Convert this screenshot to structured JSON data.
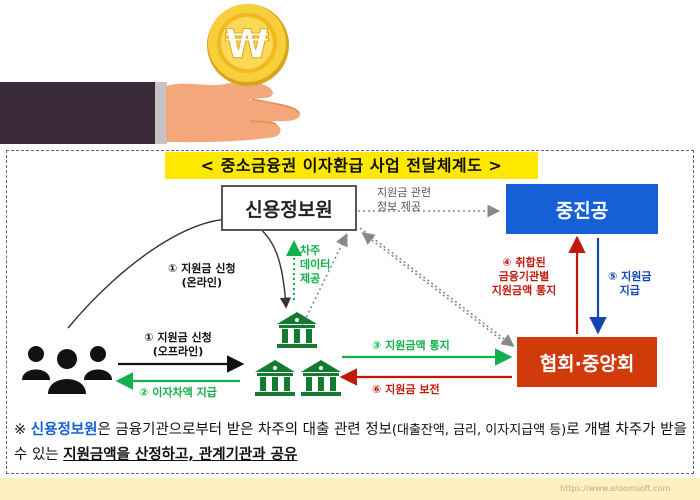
{
  "title": "< 중소금융권 이자환급 사업 전달체계도 >",
  "nodes": {
    "kcredit": "신용정보원",
    "kinfc": "중진공",
    "association": "협회·중앙회"
  },
  "flows": {
    "kcredit_to_kinfc_line1": "지원금 관련",
    "kcredit_to_kinfc_line2": "정보 제공",
    "online_apply_line1": "① 지원금 신청",
    "online_apply_line2": "(온라인)",
    "borrower_data_line1": "차주",
    "borrower_data_line2": "데이터",
    "borrower_data_line3": "제공",
    "offline_apply_line1": "① 지원금 신청",
    "offline_apply_line2": "(오프라인)",
    "interest_payment": "② 이자차액 지급",
    "notify_amount": "③ 지원금액 통지",
    "aggregate_line1": "④ 취합된",
    "aggregate_line2": "금융기관별",
    "aggregate_line3": "지원금액 통지",
    "subsidy_pay_line1": "⑤ 지원금",
    "subsidy_pay_line2": "지급",
    "compensation": "⑥ 지원금 보전"
  },
  "footer": {
    "mark": "※",
    "org": "신용정보원",
    "part1": "은 금융기관으로부터 받은 차주의 대출 관련 정보",
    "part2": "(대출잔액, 금리, 이자지급액 등)",
    "part3": "로 개별 차주가 받을 수 있는 ",
    "emph": "지원금액을 산정하고, 관계기관과 공유"
  },
  "watermark": "https://www.eroomsoft.com",
  "colors": {
    "title_bg": "#ffe800",
    "kinfc": "#1560d6",
    "association": "#d13b0b",
    "green_arrow": "#11b04a",
    "red_arrow": "#c21a0a",
    "blue_arrow": "#1146b0"
  },
  "icons": {
    "coin": "won-coin-icon",
    "hand": "hand-icon",
    "people": "people-icon",
    "bank": "bank-icon"
  }
}
